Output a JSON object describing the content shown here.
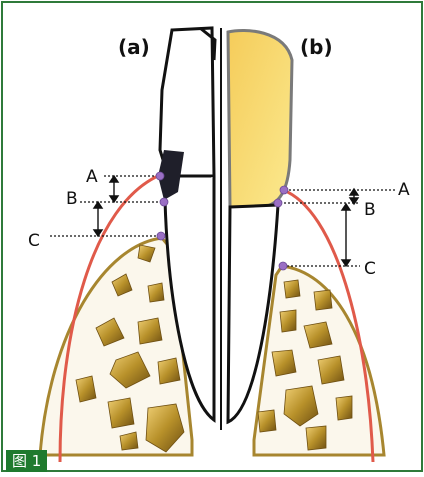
{
  "figure": {
    "badge": "图 1",
    "panel_a_label": "(a)",
    "panel_b_label": "(b)",
    "levels": {
      "a": "A",
      "b": "B",
      "c": "C"
    }
  },
  "colors": {
    "gingiva_line": "#e05a4a",
    "bone_outline": "#a7862f",
    "bone_fill": "#b8912a",
    "crown_left": "#ffffff",
    "crown_right": "#f7db6a",
    "calculus": "#1f1f2a",
    "marker": "#9a6fc4",
    "frame": "#2f7a3a",
    "badge_bg": "#1f7a2e"
  }
}
